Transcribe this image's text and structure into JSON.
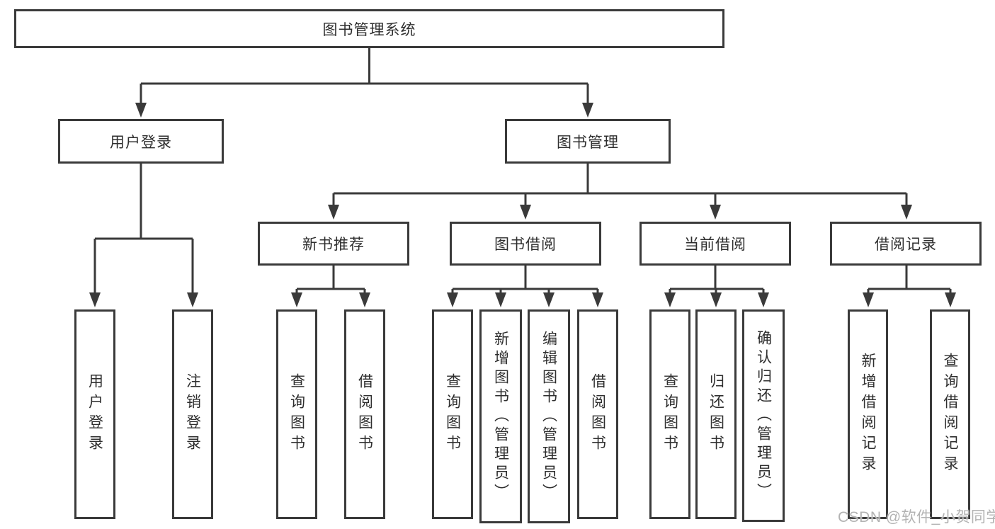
{
  "colors": {
    "line": "#3a3a3a",
    "text": "#2e2e2e",
    "box_background": "#ffffff",
    "page_background": "#ffffff",
    "watermark": "#b3b3b3"
  },
  "watermark": "CSDN @软件_小贺同学",
  "tree": {
    "root": {
      "label": "图书管理系统"
    },
    "branches": [
      {
        "label": "用户登录",
        "children": [
          {
            "label": "用户登录"
          },
          {
            "label": "注销登录"
          }
        ]
      },
      {
        "label": "图书管理",
        "children": [
          {
            "label": "新书推荐",
            "children": [
              {
                "label": "查询图书"
              },
              {
                "label": "借阅图书"
              }
            ]
          },
          {
            "label": "图书借阅",
            "children": [
              {
                "label": "查询图书"
              },
              {
                "label": "新增图书（管理员）"
              },
              {
                "label": "编辑图书（管理员）"
              },
              {
                "label": "借阅图书"
              }
            ]
          },
          {
            "label": "当前借阅",
            "children": [
              {
                "label": "查询图书"
              },
              {
                "label": "归还图书"
              },
              {
                "label": "确认归还（管理员）"
              }
            ]
          },
          {
            "label": "借阅记录",
            "children": [
              {
                "label": "新增借阅记录"
              },
              {
                "label": "查询借阅记录"
              }
            ]
          }
        ]
      }
    ]
  }
}
